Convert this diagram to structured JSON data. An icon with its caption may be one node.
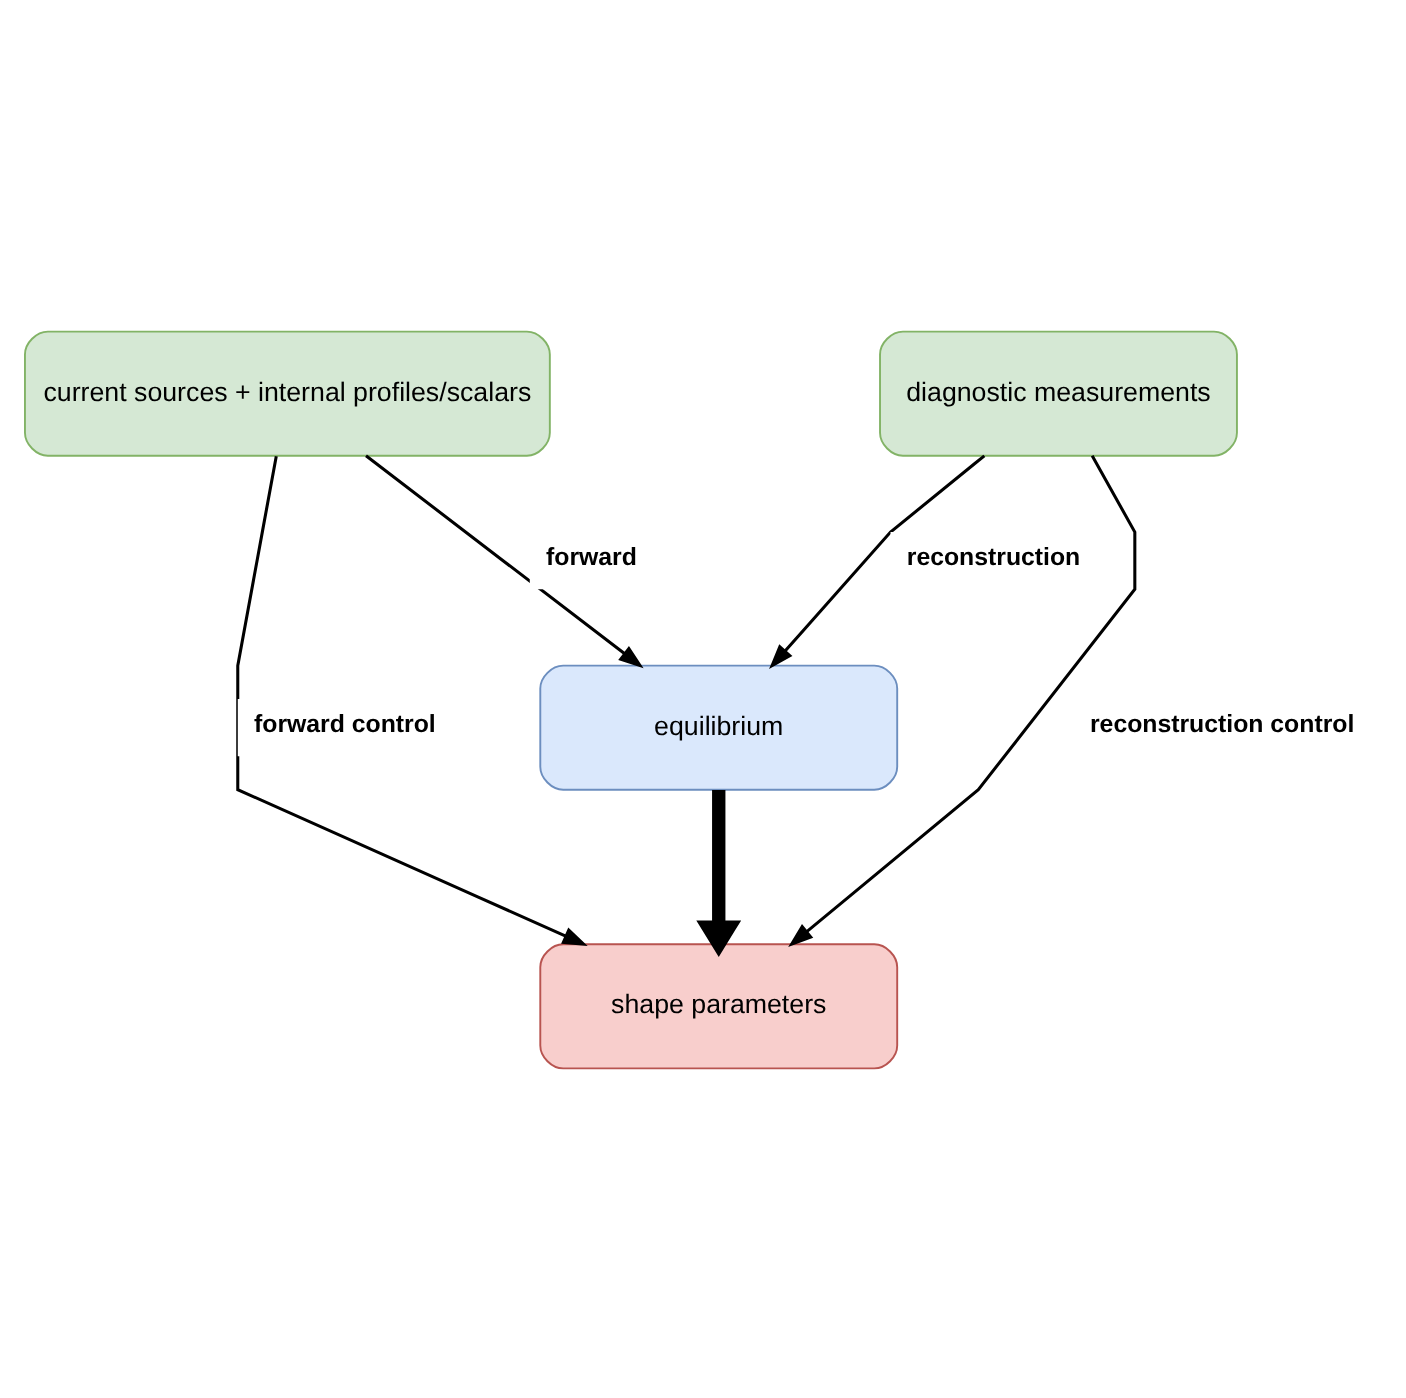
{
  "diagram": {
    "nodes": [
      {
        "text": [
          "current sources + internal profiles/scalars"
        ]
      },
      {
        "text": [
          "diagnostic measurements"
        ]
      },
      {
        "text": [
          "equilibrium"
        ]
      },
      {
        "text": [
          "shape parameters"
        ]
      }
    ],
    "edges": [
      {
        "from": 0,
        "to": 2,
        "arrow": "to",
        "label": "forward"
      },
      {
        "from": 1,
        "to": 2,
        "arrow": "to",
        "label": "reconstruction"
      },
      {
        "from": 2,
        "to": 3,
        "arrow": "to",
        "style": "thick"
      },
      {
        "from": 0,
        "to": 3,
        "arrow": "to",
        "label": "forward control"
      },
      {
        "from": 1,
        "to": 3,
        "arrow": "to",
        "label": "reconstruction control"
      }
    ]
  }
}
